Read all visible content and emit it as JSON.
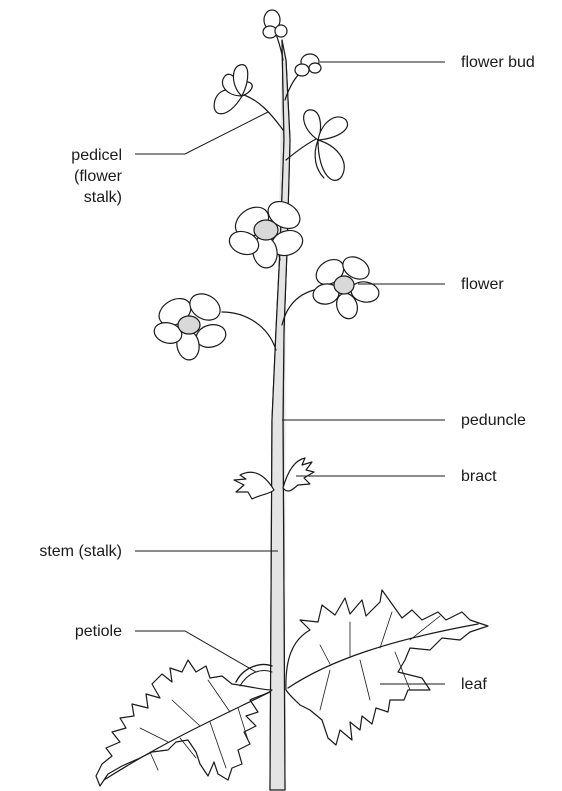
{
  "colors": {
    "outline": "#1a1a1a",
    "fill": "#ffffff",
    "flower_center": "#d9d9d9",
    "stem_fill": "#e4e4e4",
    "leader_line": "#1a1a1a"
  },
  "labels": {
    "flower_bud": "flower bud",
    "pedicel_line1": "pedicel",
    "pedicel_line2": "(flower",
    "pedicel_line3": "stalk)",
    "flower": "flower",
    "peduncle": "peduncle",
    "bract": "bract",
    "stem": "stem (stalk)",
    "petiole": "petiole",
    "leaf": "leaf"
  }
}
